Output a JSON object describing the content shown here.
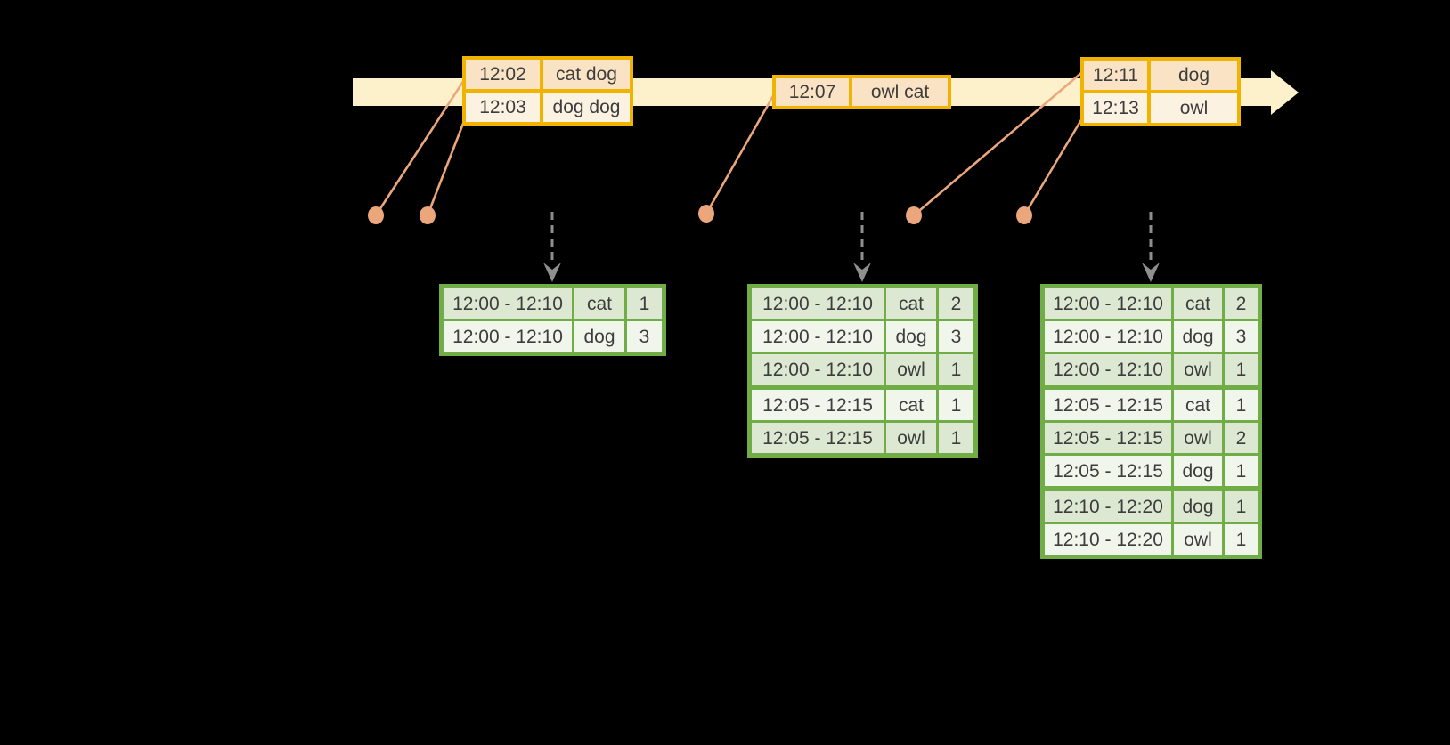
{
  "diagram": {
    "kind": "streaming-windowed-word-count",
    "timeline": {
      "name": "event-time-arrow"
    }
  },
  "colors": {
    "background": "#000000",
    "timeline": "#FCF1CB",
    "gold": "#F0B400",
    "evdark": "#FAE3C4",
    "evlight": "#FCF2E2",
    "salmon": "#ECA67B",
    "green": "#70AD47",
    "grdark": "#DDE8D2",
    "grlight": "#F1F6ED",
    "gray": "#8F8F8F",
    "text": "#3D3D3D"
  },
  "event_tables": [
    {
      "rows": [
        {
          "time": "12:02",
          "words": "cat dog"
        },
        {
          "time": "12:03",
          "words": "dog dog"
        }
      ]
    },
    {
      "rows": [
        {
          "time": "12:07",
          "words": "owl cat"
        }
      ]
    },
    {
      "rows": [
        {
          "time": "12:11",
          "words": "dog"
        },
        {
          "time": "12:13",
          "words": "owl"
        }
      ]
    }
  ],
  "result_tables": [
    {
      "rows": [
        {
          "window": "12:00 - 12:10",
          "word": "cat",
          "count": "1"
        },
        {
          "window": "12:00 - 12:10",
          "word": "dog",
          "count": "3"
        }
      ]
    },
    {
      "rows": [
        {
          "window": "12:00 - 12:10",
          "word": "cat",
          "count": "2"
        },
        {
          "window": "12:00 - 12:10",
          "word": "dog",
          "count": "3"
        },
        {
          "window": "12:00 - 12:10",
          "word": "owl",
          "count": "1"
        },
        {
          "window": "12:05 - 12:15",
          "word": "cat",
          "count": "1",
          "group_start": true
        },
        {
          "window": "12:05 - 12:15",
          "word": "owl",
          "count": "1"
        }
      ]
    },
    {
      "rows": [
        {
          "window": "12:00 - 12:10",
          "word": "cat",
          "count": "2"
        },
        {
          "window": "12:00 - 12:10",
          "word": "dog",
          "count": "3"
        },
        {
          "window": "12:00 - 12:10",
          "word": "owl",
          "count": "1"
        },
        {
          "window": "12:05 - 12:15",
          "word": "cat",
          "count": "1",
          "group_start": true
        },
        {
          "window": "12:05 - 12:15",
          "word": "owl",
          "count": "2"
        },
        {
          "window": "12:05 - 12:15",
          "word": "dog",
          "count": "1"
        },
        {
          "window": "12:10 - 12:20",
          "word": "dog",
          "count": "1",
          "group_start": true
        },
        {
          "window": "12:10 - 12:20",
          "word": "owl",
          "count": "1"
        }
      ]
    }
  ]
}
